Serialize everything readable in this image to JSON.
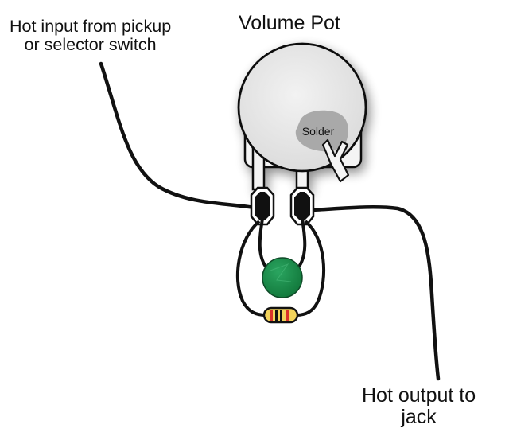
{
  "diagram": {
    "title": "Volume Pot",
    "labels": {
      "input": [
        "Hot input from pickup",
        "or selector switch"
      ],
      "output": [
        "Hot output to",
        "jack"
      ],
      "solder": "Solder"
    },
    "components": {
      "capacitor": {
        "color": "#1e8f4e",
        "type": "ceramic disc capacitor"
      },
      "resistor": {
        "body_color": "#f2d35b",
        "band_color": "#d8322a",
        "bands": 2
      }
    },
    "colors": {
      "wire": "#111111",
      "pot_body": "#e9e9e9",
      "solder": "#a7a7a7"
    }
  }
}
